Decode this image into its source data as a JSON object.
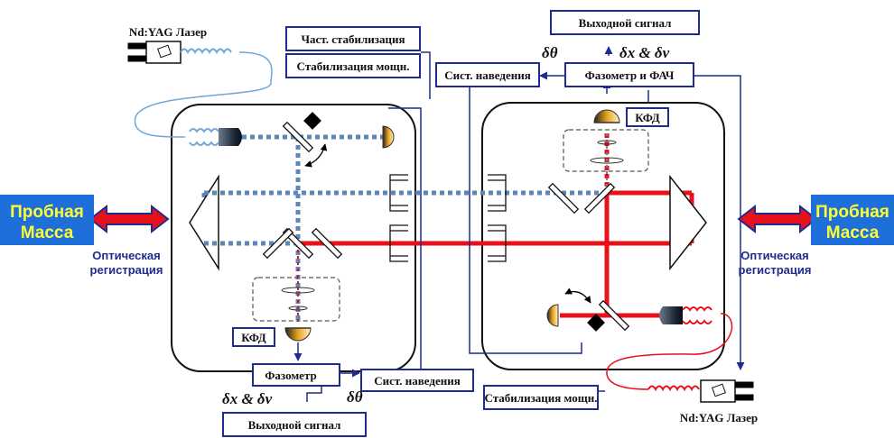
{
  "laser_left": "Nd:YAG Лазер",
  "laser_right": "Nd:YAG Лазер",
  "freq_stab": "Част. стабилизация",
  "power_stab_left": "Стабилизация мощн.",
  "power_stab_right": "Стабилизация мощн.",
  "output_top": "Выходной сигнал",
  "output_bottom": "Выходной сигнал",
  "phasemeter_pll": "Фазометр и ФАЧ",
  "phasemeter": "Фазометр",
  "pointing_top": "Сист. наведения",
  "pointing_bottom": "Сист. наведения",
  "qpd_left": "КФД",
  "qpd_right": "КФД",
  "delta_theta": "δθ",
  "delta_xv": "δx & δν",
  "test_mass": "Пробная Масса",
  "test_mass_line1": "Пробная",
  "test_mass_line2": "Масса",
  "optical_readout_line1": "Оптическая",
  "optical_readout_line2": "регистрация",
  "colors": {
    "box_border": "#1f2b8f",
    "red_beam": "#e8101a",
    "blue_beam": "#5b86b8",
    "arrow": "#1f2b8f",
    "mass_fill": "#1e6fd9",
    "mass_text": "#ffff33"
  }
}
